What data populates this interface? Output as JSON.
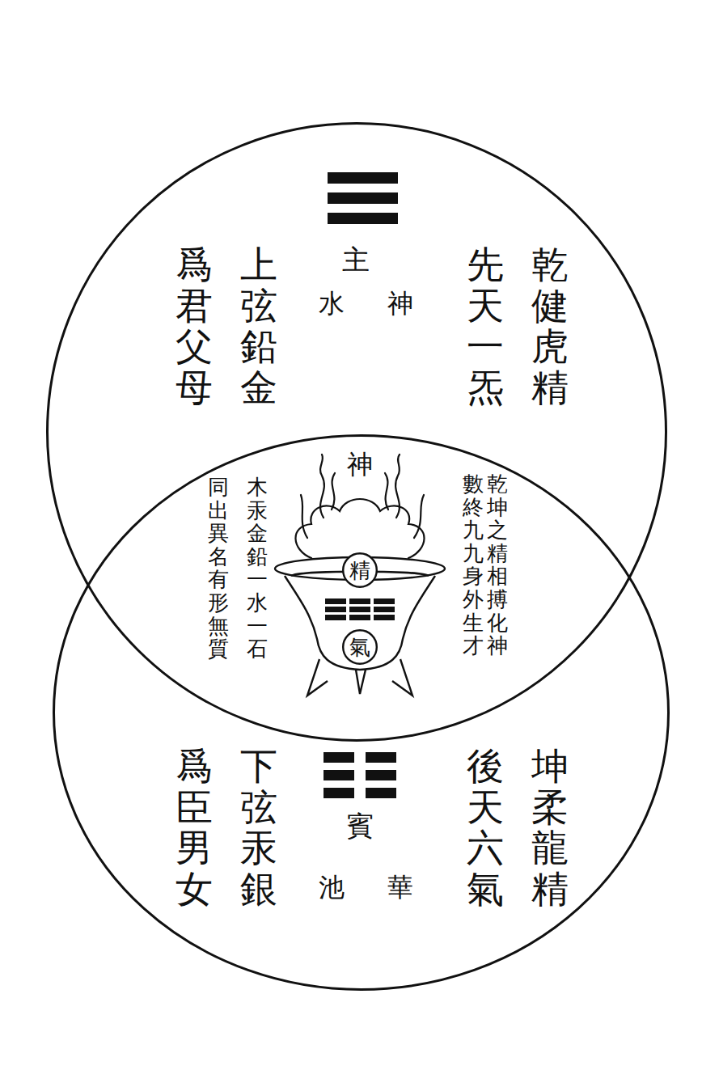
{
  "diagram": {
    "nodes": [
      {
        "text": [
          "主",
          "神",
          "水",
          "乾健虎精",
          "先天一炁",
          "上弦鉛金",
          "爲君父母"
        ]
      },
      {
        "text": [
          "賓",
          "華",
          "池",
          "坤柔龍精",
          "後天六氣",
          "下弦汞銀",
          "爲臣男女"
        ]
      },
      {
        "text": [
          "精"
        ]
      },
      {
        "text": [
          "氣"
        ]
      }
    ],
    "labels": [
      "神",
      "乾坤之精相搏化神",
      "數終九九身外生才",
      "木汞金鉛一水一石",
      "同出異名有形無質"
    ]
  }
}
